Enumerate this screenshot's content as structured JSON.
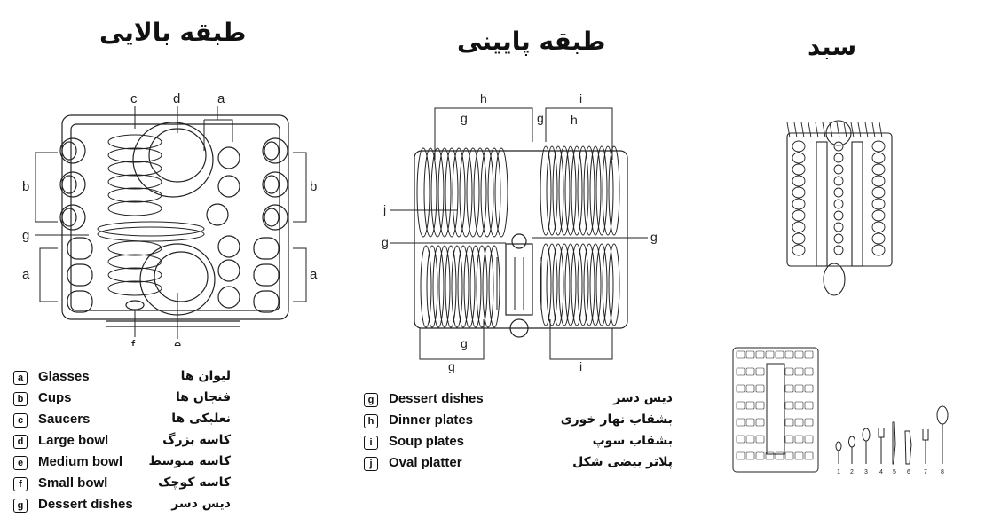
{
  "titles": {
    "upper": "طبقه بالایی",
    "lower": "طبقه پایینی",
    "basket": "سبد"
  },
  "upper_callouts": {
    "a": "a",
    "b": "b",
    "c": "c",
    "d": "d",
    "e": "e",
    "f": "f",
    "g": "g"
  },
  "lower_callouts": {
    "g": "g",
    "h": "h",
    "i": "i",
    "j": "j"
  },
  "cutlery_numbers": [
    "1",
    "2",
    "3",
    "4",
    "5",
    "6",
    "7",
    "8"
  ],
  "legend_upper": [
    {
      "key": "a",
      "en": "Glasses",
      "fa": "لیوان ها"
    },
    {
      "key": "b",
      "en": "Cups",
      "fa": "فنجان ها"
    },
    {
      "key": "c",
      "en": "Saucers",
      "fa": "نعلبکی ها"
    },
    {
      "key": "d",
      "en": "Large bowl",
      "fa": "کاسه بزرگ"
    },
    {
      "key": "e",
      "en": "Medium bowl",
      "fa": "کاسه متوسط"
    },
    {
      "key": "f",
      "en": "Small bowl",
      "fa": "کاسه کوچک"
    },
    {
      "key": "g",
      "en": "Dessert dishes",
      "fa": "دیس دسر"
    }
  ],
  "legend_lower": [
    {
      "key": "g",
      "en": "Dessert dishes",
      "fa": "دیس دسر"
    },
    {
      "key": "h",
      "en": "Dinner plates",
      "fa": "بشقاب نهار خوری"
    },
    {
      "key": "i",
      "en": "Soup plates",
      "fa": "بشقاب سوپ"
    },
    {
      "key": "j",
      "en": "Oval platter",
      "fa": "پلاتر بیضی شکل"
    }
  ]
}
